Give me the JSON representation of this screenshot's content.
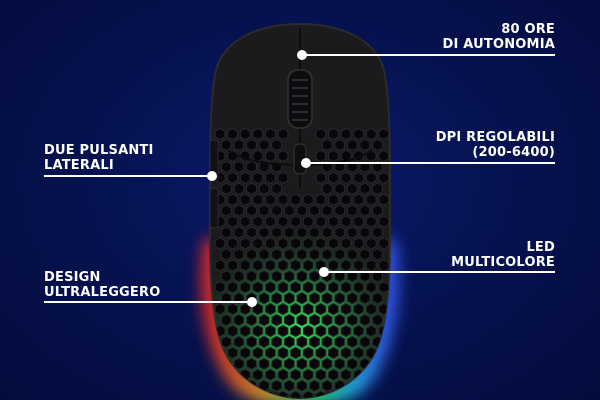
{
  "features": {
    "battery": {
      "line1": "80 ORE",
      "line2": "DI AUTONOMIA"
    },
    "dpi": {
      "line1": "DPI REGOLABILI",
      "line2": "(200-6400)"
    },
    "side_buttons": {
      "line1": "DUE PULSANTI",
      "line2": "LATERALI"
    },
    "led": {
      "line1": "LED",
      "line2": "MULTICOLORE"
    },
    "design": {
      "line1": "DESIGN",
      "line2": "ULTRALEGGERO"
    }
  },
  "colors": {
    "background": "#061352",
    "text": "#ffffff",
    "mouse_body": "#1b1b1d",
    "glow_red": "#ff2a1a",
    "glow_green": "#2cff5a",
    "glow_blue": "#3a5bff"
  },
  "icons": [
    "gaming-mouse-image",
    "callout-dot",
    "callout-line"
  ]
}
